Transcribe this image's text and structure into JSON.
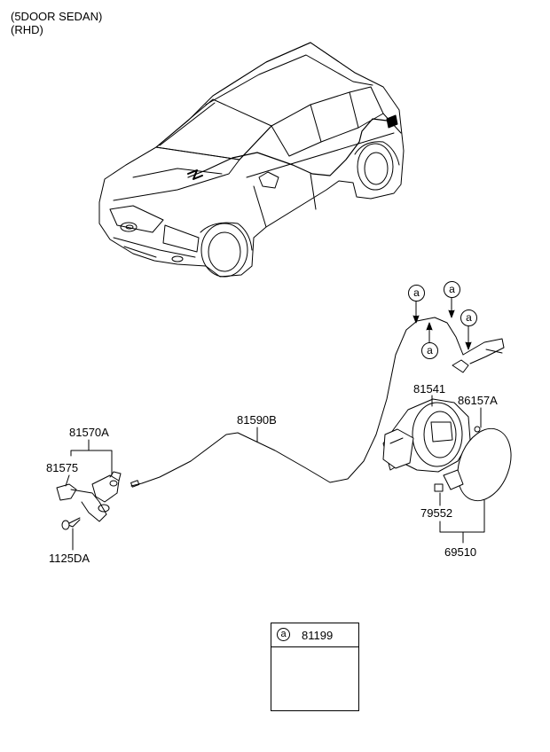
{
  "header": {
    "line1": "(5DOOR SEDAN)",
    "line2": "(RHD)"
  },
  "callout_letter": "a",
  "parts": {
    "p81570A": "81570A",
    "p81575": "81575",
    "p1125DA": "1125DA",
    "p81590B": "81590B",
    "p81541": "81541",
    "p86157A": "86157A",
    "p79552": "79552",
    "p69510": "69510"
  },
  "legend": {
    "letter": "a",
    "code": "81199"
  }
}
